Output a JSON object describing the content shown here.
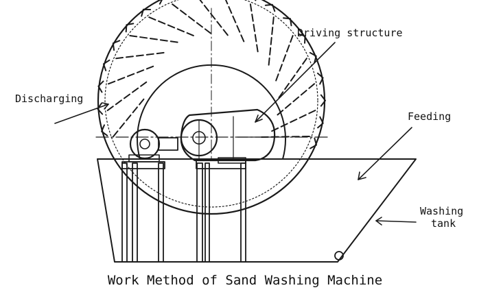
{
  "labels": {
    "driving_structure": "Driving structure",
    "discharging": "Discharging",
    "feeding": "Feeding",
    "washing_tank_line1": "Washing",
    "washing_tank_line2": "tank"
  },
  "caption": "Work Method of Sand Washing Machine",
  "colors": {
    "line": "#1a1a1a",
    "background": "#ffffff"
  }
}
